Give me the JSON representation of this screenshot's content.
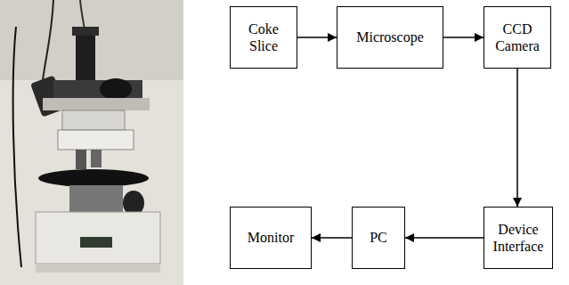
{
  "diagram": {
    "nodes": [
      {
        "text": [
          "Coke Slice"
        ]
      },
      {
        "text": [
          "Microscope"
        ]
      },
      {
        "text": [
          "CCD Camera"
        ]
      },
      {
        "text": [
          "Device Interface"
        ]
      },
      {
        "text": [
          "PC"
        ]
      },
      {
        "text": [
          "Monitor"
        ]
      }
    ],
    "edges": [
      {
        "from": 0,
        "to": 1,
        "arrow": "to"
      },
      {
        "from": 1,
        "to": 2,
        "arrow": "to"
      },
      {
        "from": 2,
        "to": 3,
        "arrow": "to"
      },
      {
        "from": 3,
        "to": 4,
        "arrow": "to"
      },
      {
        "from": 4,
        "to": 5,
        "arrow": "to"
      }
    ]
  }
}
